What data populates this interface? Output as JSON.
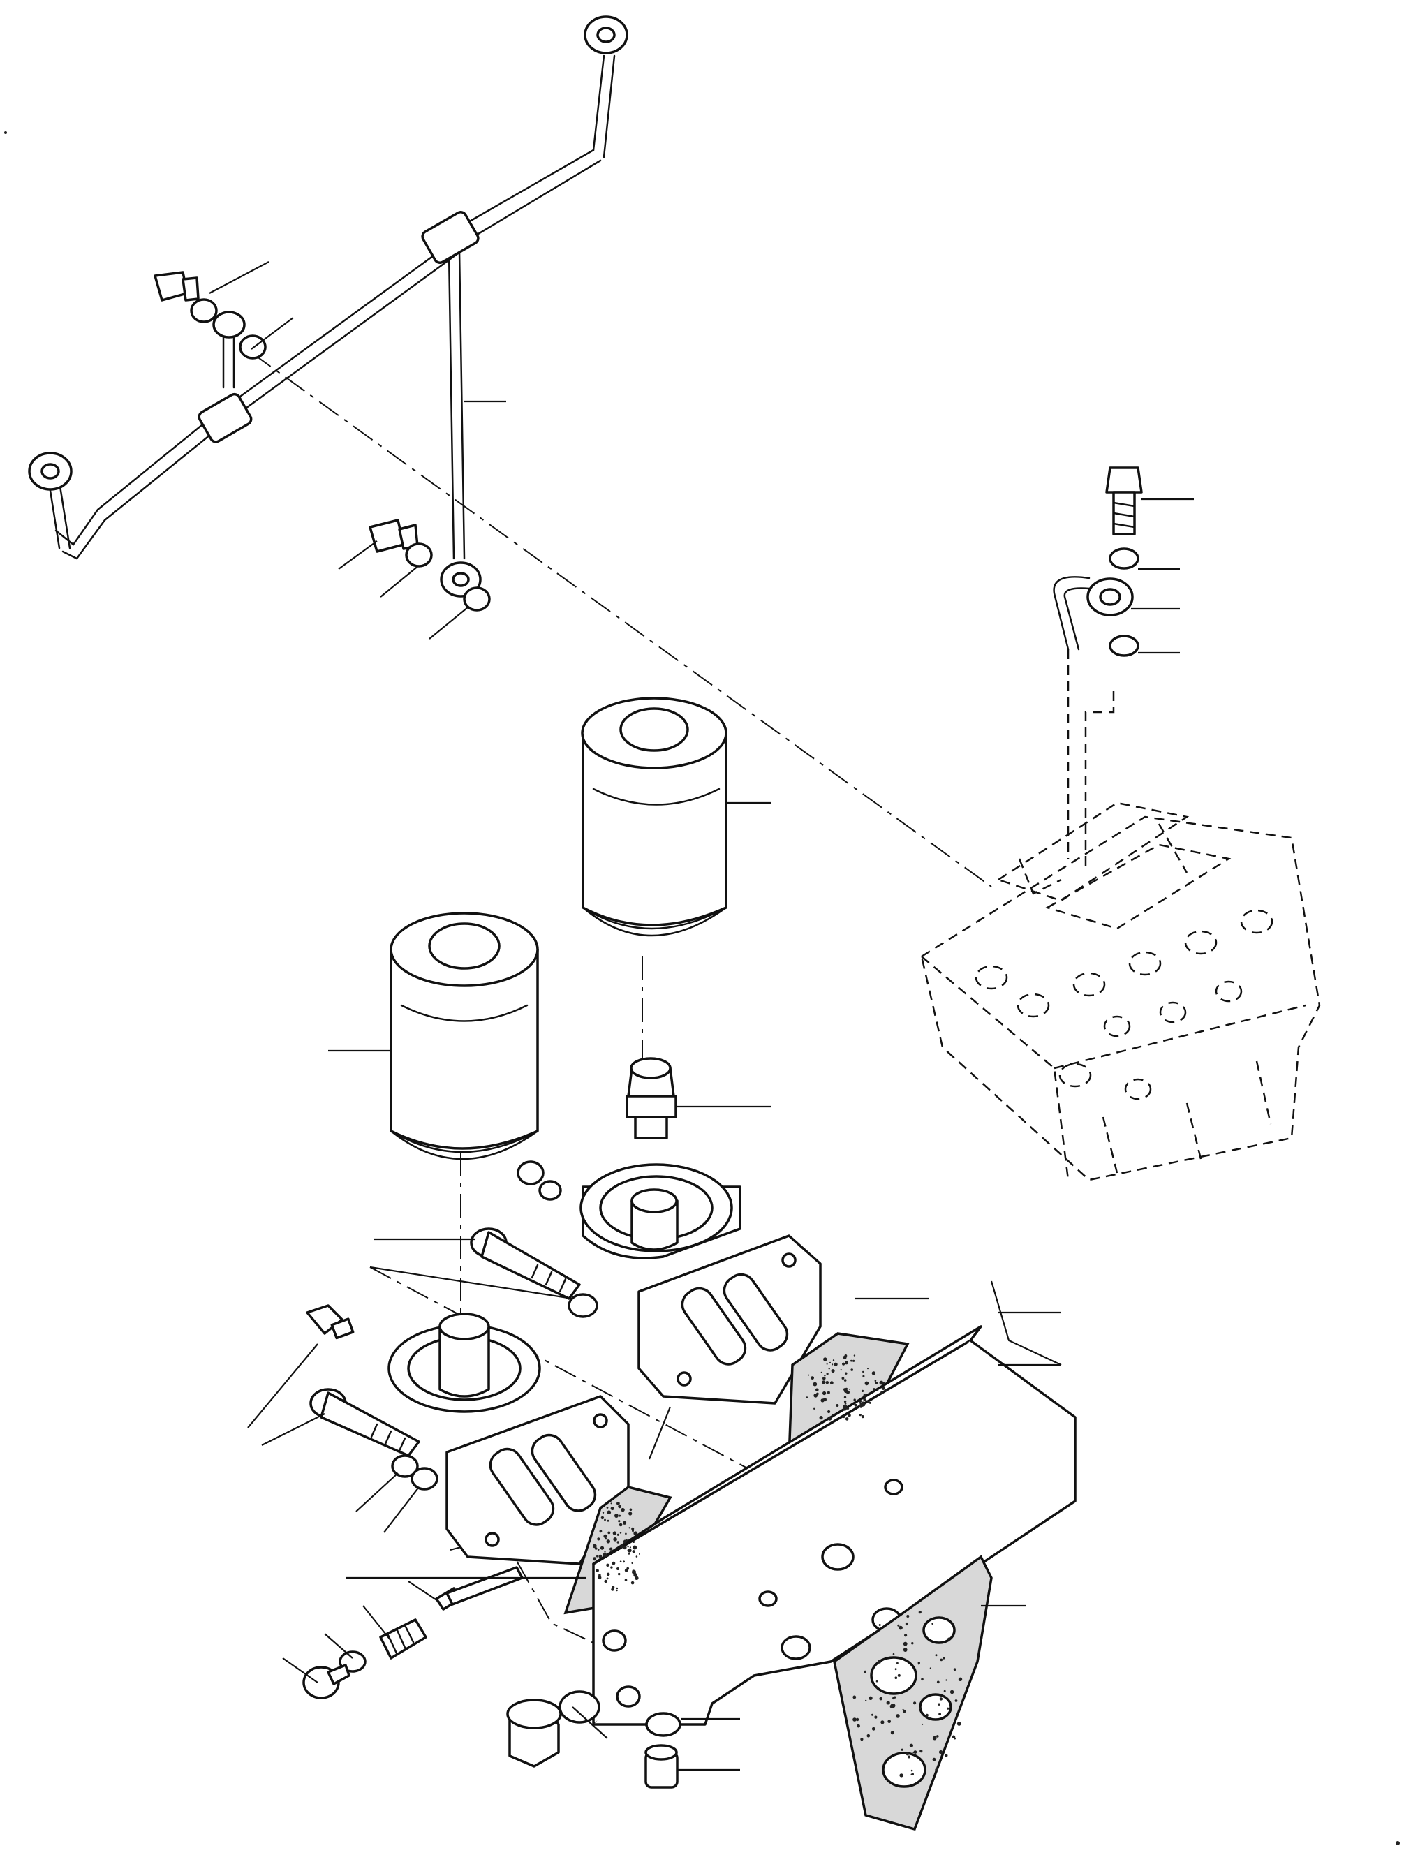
{
  "diagram": {
    "kind": "exploded-parts-view",
    "callouts_have_numbers": false,
    "parts": [
      "oil-pipe-assembly",
      "banjo-bolt",
      "sealing-washer",
      "oil-filter-cartridge",
      "filter-nipple",
      "filter-head",
      "oil-cooler-body",
      "cooler-gasket",
      "pressure-switch",
      "relief-valve-plunger",
      "relief-valve-spring",
      "plug-bolt",
      "drain-plug",
      "cylinder-head"
    ]
  }
}
